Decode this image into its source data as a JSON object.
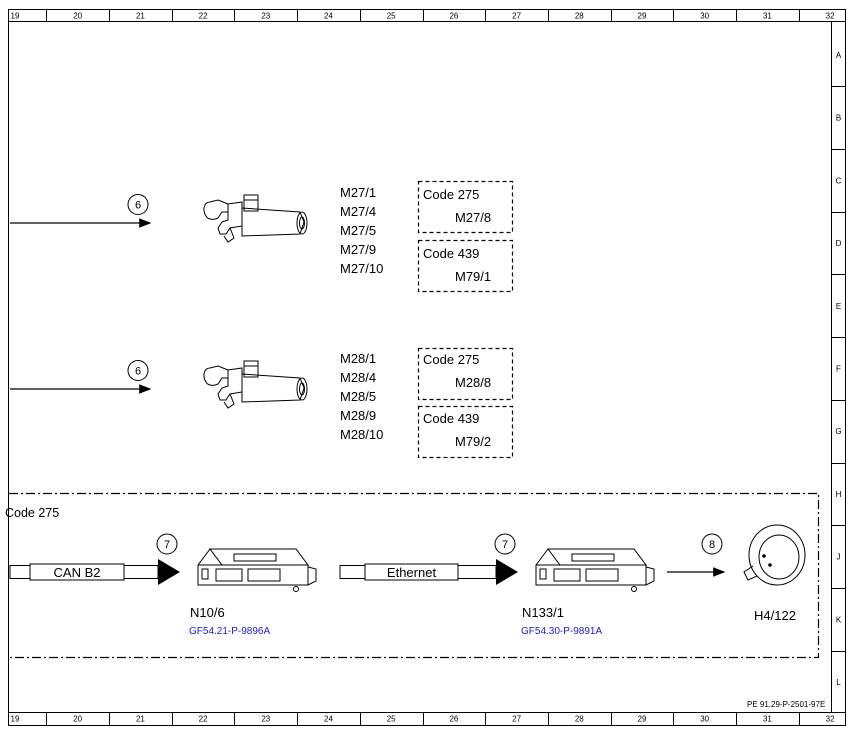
{
  "ruler": {
    "columns": [
      "19",
      "20",
      "21",
      "22",
      "23",
      "24",
      "25",
      "26",
      "27",
      "28",
      "29",
      "30",
      "31",
      "32"
    ],
    "rows": [
      "A",
      "B",
      "C",
      "D",
      "E",
      "F",
      "G",
      "H",
      "J",
      "K",
      "L"
    ]
  },
  "blocks": [
    {
      "circle": "6",
      "motors": [
        "M27/1",
        "M27/4",
        "M27/5",
        "M27/9",
        "M27/10"
      ],
      "options": [
        {
          "code": "Code 275",
          "part": "M27/8"
        },
        {
          "code": "Code 439",
          "part": "M79/1"
        }
      ]
    },
    {
      "circle": "6",
      "motors": [
        "M28/1",
        "M28/4",
        "M28/5",
        "M28/9",
        "M28/10"
      ],
      "options": [
        {
          "code": "Code 275",
          "part": "M28/8"
        },
        {
          "code": "Code 439",
          "part": "M79/2"
        }
      ]
    }
  ],
  "bottom": {
    "code_label": "Code 275",
    "bus1_label": "CAN B2",
    "bus2_label": "Ethernet",
    "circle1": "7",
    "circle2": "7",
    "circle3": "8",
    "unit1": {
      "name": "N10/6",
      "link": "GF54.21-P-9896A"
    },
    "unit2": {
      "name": "N133/1",
      "link": "GF54.30-P-9891A"
    },
    "speaker": "H4/122"
  },
  "doc_ref": "PE 91.29-P-2501-97E"
}
